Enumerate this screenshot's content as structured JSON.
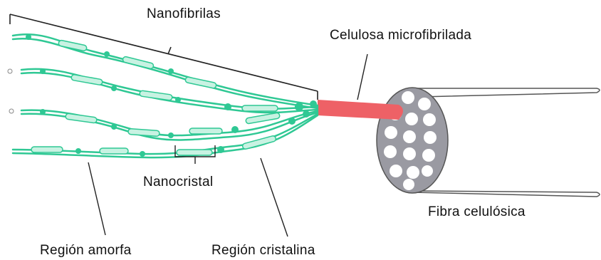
{
  "labels": {
    "nanofibrillas": "Nanofibrilas",
    "celulosa_micro": "Celulosa microfibrilada",
    "nanocristal": "Nanocristal",
    "region_amorfa": "Región amorfa",
    "region_cristalina": "Región cristalina",
    "fibra": "Fibra celulósica"
  },
  "colors": {
    "text": "#111111",
    "strand": "#2fc894",
    "strand_light": "#c8f2e2",
    "micro_fibril": "#ee6166",
    "fiber_end": "#9a9aa2",
    "fiber_pores": "#ffffff",
    "leader": "#222222"
  }
}
